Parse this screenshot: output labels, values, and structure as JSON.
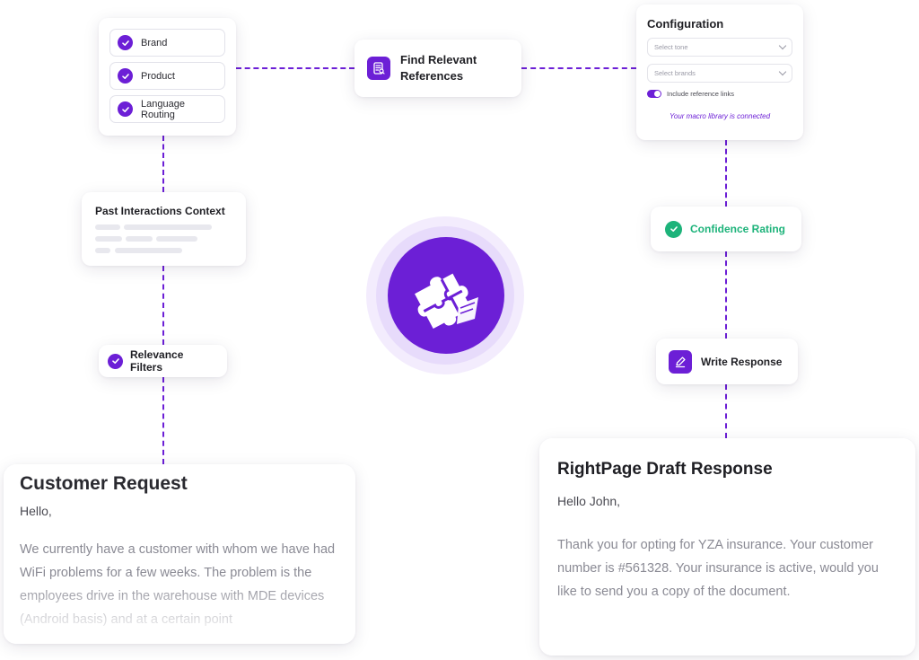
{
  "filters": {
    "items": [
      {
        "label": "Brand"
      },
      {
        "label": "Product"
      },
      {
        "label": "Language Routing"
      }
    ]
  },
  "find_references": {
    "line1": "Find Relevant",
    "line2": "References"
  },
  "configuration": {
    "title": "Configuration",
    "tone_placeholder": "Select tone",
    "brands_placeholder": "Select brands",
    "toggle_label": "Include reference links",
    "toggle_on": true,
    "status": "Your macro library is connected"
  },
  "past_interactions": {
    "title": "Past Interactions Context"
  },
  "relevance_filters": {
    "label": "Relevance Filters"
  },
  "confidence_rating": {
    "label": "Confidence Rating"
  },
  "write_response": {
    "label": "Write Response"
  },
  "customer_request": {
    "title": "Customer Request",
    "greeting": "Hello,",
    "body": "We currently have a customer with whom we have had WiFi problems for a few weeks. The problem is the employees drive in the warehouse with MDE devices (Android basis) and at a certain point"
  },
  "draft_response": {
    "title": "RightPage Draft Response",
    "greeting": "Hello John,",
    "body": "Thank you for opting for YZA insurance. Your customer number is #561328. Your insurance is active, would you like to send you a copy of the document."
  },
  "colors": {
    "accent": "#6c1fd6",
    "success": "#1db37a"
  }
}
